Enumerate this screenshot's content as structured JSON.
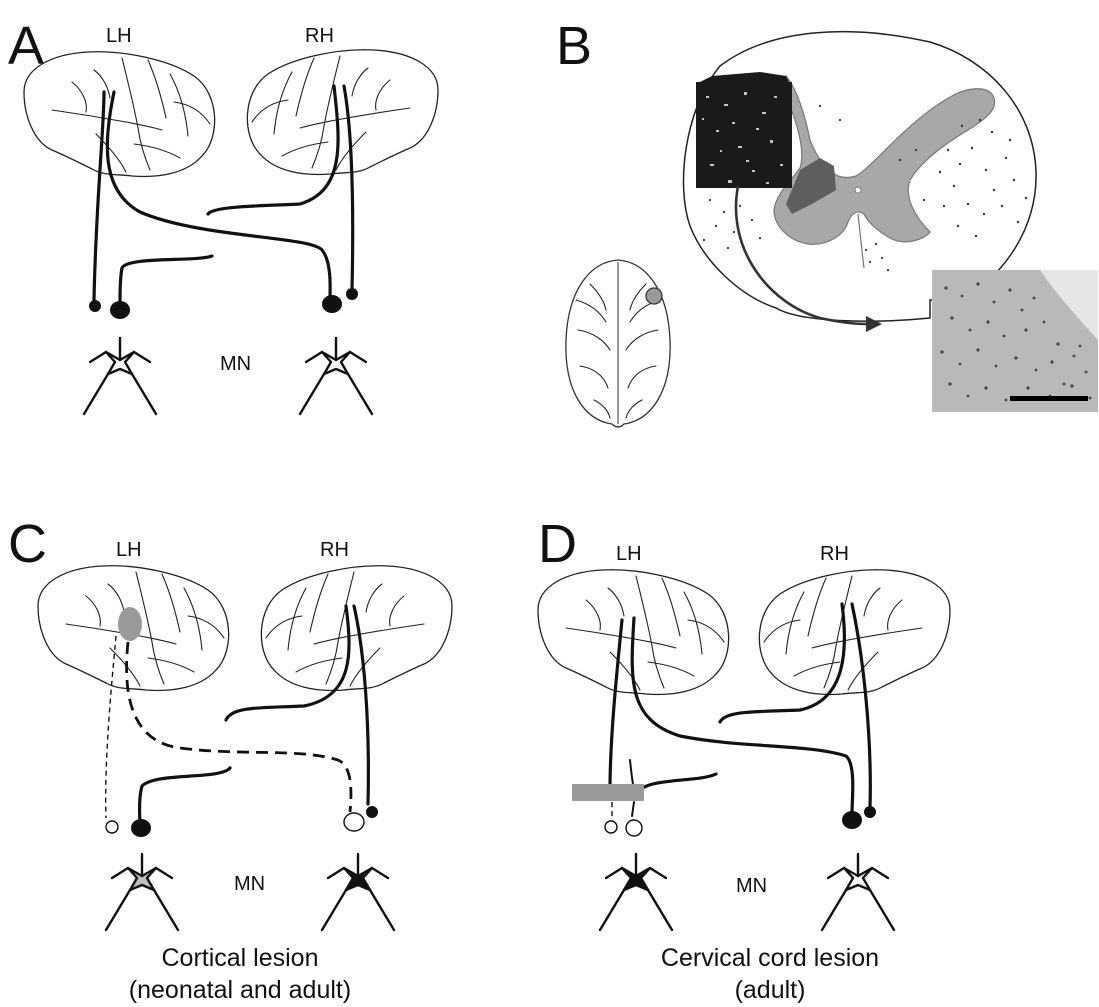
{
  "panels": {
    "a": {
      "letter": "A",
      "lh": "LH",
      "rh": "RH",
      "mn": "MN"
    },
    "b": {
      "letter": "B"
    },
    "c": {
      "letter": "C",
      "lh": "LH",
      "rh": "RH",
      "mn": "MN",
      "caption_line1": "Cortical lesion",
      "caption_line2": "(neonatal and adult)"
    },
    "d": {
      "letter": "D",
      "lh": "LH",
      "rh": "RH",
      "mn": "MN",
      "caption_line1": "Cervical cord lesion",
      "caption_line2": "(adult)"
    }
  },
  "colors": {
    "tract": "#111111",
    "gray_matter": "#a8a8a8",
    "lesion_gray": "#9a9a9a",
    "dark_gray": "#5e5e5e",
    "label_black": "#111111"
  },
  "icons": [
    "brain-left-hemisphere-icon",
    "brain-right-hemisphere-icon",
    "motoneuron-icon",
    "spinal-cord-section-icon",
    "brain-dorsal-view-icon",
    "micrograph-image"
  ]
}
